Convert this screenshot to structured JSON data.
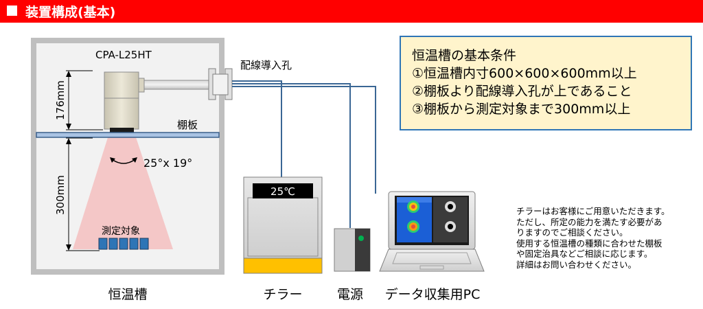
{
  "header": {
    "title": "装置構成(基本)"
  },
  "diagram": {
    "camera_model": "CPA-L25HT",
    "port_label": "配線導入孔",
    "shelf_label": "棚板",
    "dim_top": "176mm",
    "dim_bottom": "300mm",
    "fov": "25°x 19°",
    "target_label": "測定対象",
    "chiller_display": "25℃"
  },
  "labels": {
    "chamber": "恒温槽",
    "chiller": "チラー",
    "power": "電源",
    "pc": "データ収集用PC"
  },
  "conditions": {
    "title": "恒温槽の基本条件",
    "items": [
      "①恒温槽内寸600×600×600mm以上",
      "②棚板より配線導入孔が上であること",
      "③棚板から測定対象まで300mm以上"
    ]
  },
  "note": {
    "lines": [
      "チラーはお客様にご用意いただきます。",
      "ただし、所定の能力を満たす必要があ",
      "りますのでご相談ください。",
      "使用する恒温槽の種類に合わせた棚板",
      "や固定治具などご相談に応じます。",
      "詳細はお問い合わせください。"
    ]
  },
  "colors": {
    "header": "#ff0000",
    "condition_border": "#2e75b6",
    "condition_fill": "#fff4cc",
    "cable": "#3a6694",
    "cone": "#f4c7c7",
    "chiller_band": "#ffc000",
    "power_led": "#00b050"
  }
}
